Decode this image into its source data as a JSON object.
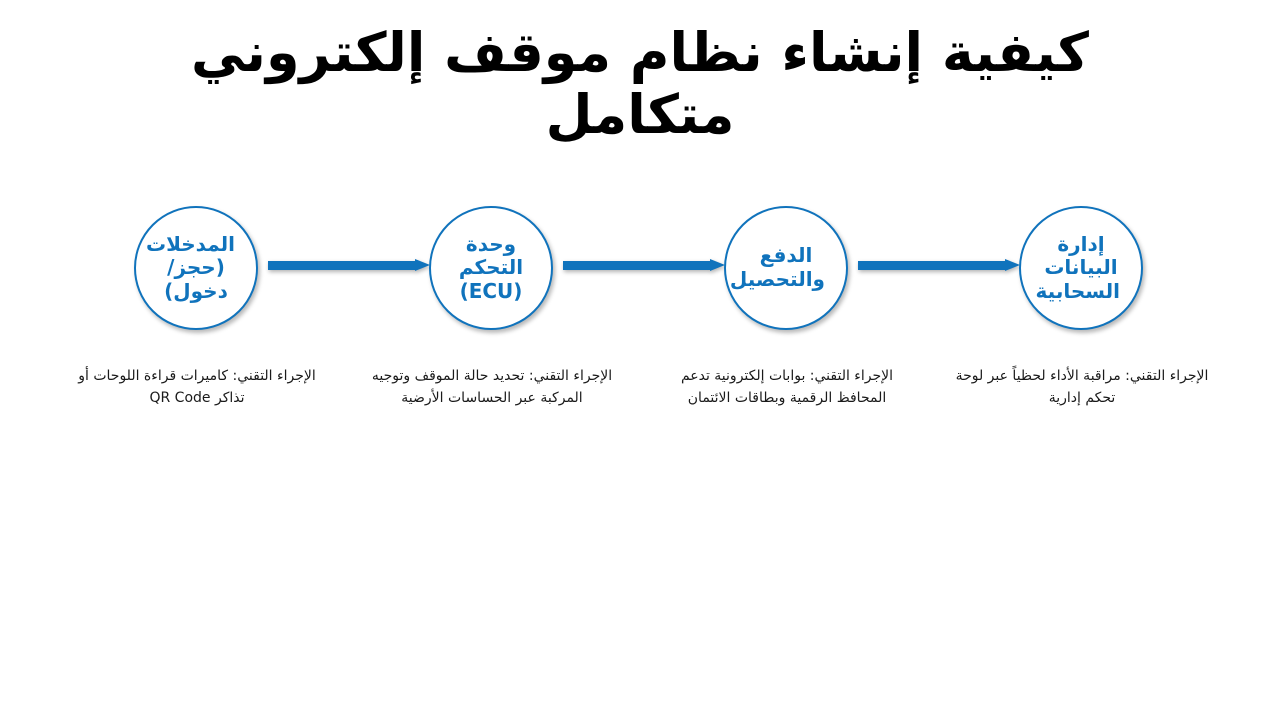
{
  "slide": {
    "background_color": "#ffffff",
    "title": "كيفية إنشاء نظام موقف إلكتروني متكامل",
    "title_color": "#000000",
    "accent_color": "#1073BC",
    "caption_color": "#1a1a1a"
  },
  "flow": {
    "direction": "rtl-layout-ltr-arrows",
    "nodes": [
      {
        "id": "inputs",
        "label": "المدخلات (حجز/دخول)",
        "caption": "الإجراء التقني: كاميرات قراءة اللوحات أو تذاكر QR Code"
      },
      {
        "id": "ecu",
        "label": "وحدة التحكم (ECU)",
        "caption": "الإجراء التقني: تحديد حالة الموقف وتوجيه المركبة عبر الحساسات الأرضية"
      },
      {
        "id": "payment",
        "label": "الدفع والتحصيل",
        "caption": "الإجراء التقني: بوابات إلكترونية تدعم المحافظ الرقمية وبطاقات الائتمان"
      },
      {
        "id": "cloud-data",
        "label": "إدارة البيانات السحابية",
        "caption": "الإجراء التقني: مراقبة الأداء لحظياً عبر لوحة تحكم إدارية"
      }
    ],
    "connectors": [
      {
        "id": "arrow-1",
        "from": "inputs",
        "to": "ecu",
        "glyph": "arrow-right-icon"
      },
      {
        "id": "arrow-2",
        "from": "ecu",
        "to": "payment",
        "glyph": "arrow-right-icon"
      },
      {
        "id": "arrow-3",
        "from": "payment",
        "to": "cloud-data",
        "glyph": "arrow-right-icon"
      }
    ]
  }
}
